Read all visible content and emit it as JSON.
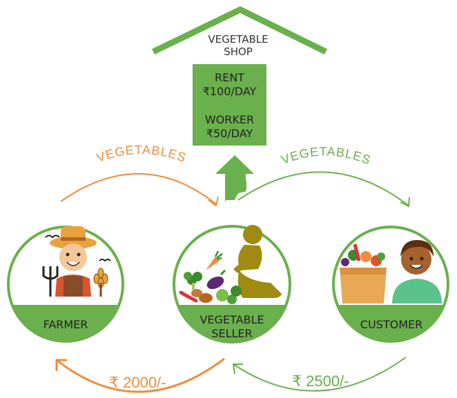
{
  "colors": {
    "green": "#6ab04c",
    "orange": "#f08c3a",
    "text": "#222222"
  },
  "shop": {
    "title_line1": "VEGETABLE",
    "title_line2": "SHOP",
    "rent_label": "RENT",
    "rent_value": "₹100/DAY",
    "worker_label": "WORKER",
    "worker_value": "₹50/DAY"
  },
  "flows": {
    "top_left": "VEGETABLES",
    "top_right": "VEGETABLES",
    "bottom_left": "₹ 2000/-",
    "bottom_right": "₹ 2500/-"
  },
  "nodes": [
    {
      "label_line1": "FARMER",
      "label_line2": ""
    },
    {
      "label_line1": "VEGETABLE",
      "label_line2": "SELLER"
    },
    {
      "label_line1": "CUSTOMER",
      "label_line2": ""
    }
  ],
  "icons": [
    "roof-icon",
    "up-arrow-icon",
    "farmer-icon",
    "seller-icon",
    "vegetables-icon",
    "customer-icon",
    "grocery-bag-icon"
  ]
}
